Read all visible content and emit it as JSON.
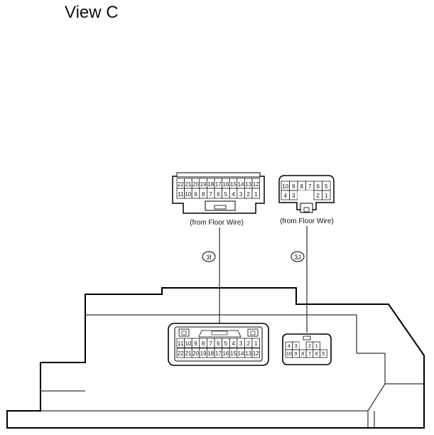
{
  "title": "View C",
  "connectors": {
    "c3I": {
      "code": "3I",
      "source": "(from Floor Wire)",
      "top_row": [
        "22",
        "21",
        "20",
        "19",
        "18",
        "17",
        "16",
        "15",
        "14",
        "13",
        "12"
      ],
      "bottom_row": [
        "11",
        "10",
        "9",
        "8",
        "7",
        "6",
        "5",
        "4",
        "3",
        "2",
        "1"
      ]
    },
    "c3J": {
      "code": "3J",
      "source": "(from Floor Wire)",
      "top_row": [
        "10",
        "9",
        "8",
        "7",
        "6",
        "5"
      ],
      "bottom_row": [
        "4",
        "3",
        "",
        "",
        "2",
        "1"
      ]
    }
  },
  "ecu": {
    "port_3I": {
      "top_row": [
        "11",
        "10",
        "9",
        "8",
        "7",
        "6",
        "5",
        "4",
        "3",
        "2",
        "1"
      ],
      "bottom_row": [
        "22",
        "21",
        "20",
        "19",
        "18",
        "17",
        "16",
        "15",
        "14",
        "13",
        "12"
      ]
    },
    "port_3J": {
      "top_row": [
        "4",
        "3",
        "",
        "2",
        "1"
      ],
      "bottom_row": [
        "10",
        "9",
        "8",
        "7",
        "6",
        "5"
      ]
    }
  }
}
